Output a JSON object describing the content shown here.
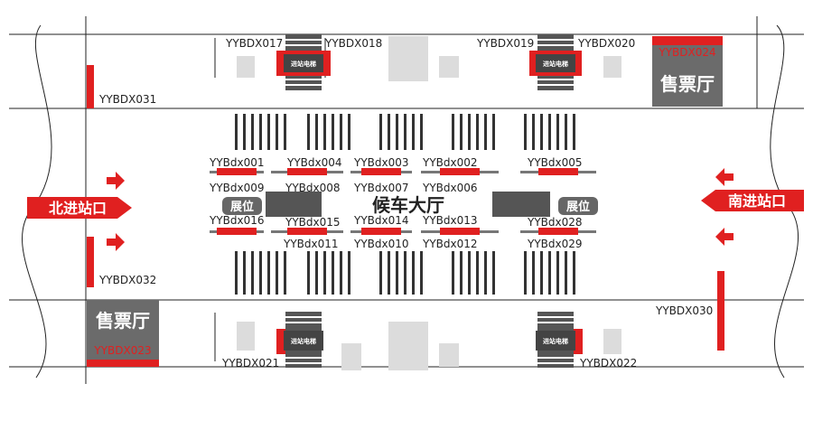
{
  "labels": {
    "x017": "YYBDX017",
    "x018": "YYBDX018",
    "x019": "YYBDX019",
    "x020": "YYBDX020",
    "x024": "YYBDX024",
    "x031": "YYBDX031",
    "x032": "YYBDX032",
    "x023": "YYBDX023",
    "x021": "YYBDX021",
    "x022": "YYBDX022",
    "x030": "YYBDX030",
    "d001": "YYBdx001",
    "d004": "YYBdx004",
    "d003": "YYBdx003",
    "d002": "YYBdx002",
    "d005": "YYBdx005",
    "d009": "YYBdx009",
    "d008": "YYBdx008",
    "d007": "YYBdx007",
    "d006": "YYBdx006",
    "d016": "YYBdx016",
    "d015": "YYBdx015",
    "d014": "YYBdx014",
    "d013": "YYBdx013",
    "d028": "YYBdx028",
    "d011": "YYBdx011",
    "d010": "YYBdx010",
    "d012": "YYBdx012",
    "d029": "YYBdx029"
  },
  "areas": {
    "ticket_top": "售票厅",
    "ticket_bottom": "售票厅",
    "hall": "候车大厅",
    "north_entrance": "北进站口",
    "south_entrance": "南进站口",
    "booth_left": "展位",
    "booth_right": "展位",
    "elevator_tl": "进站电梯",
    "elevator_tr": "进站电梯",
    "elevator_bl": "进站电梯",
    "elevator_br": "进站电梯"
  },
  "colors": {
    "accent_red": "#e02020",
    "panel_gray": "#6b6b6b",
    "light_gray": "#dcdcdc"
  }
}
